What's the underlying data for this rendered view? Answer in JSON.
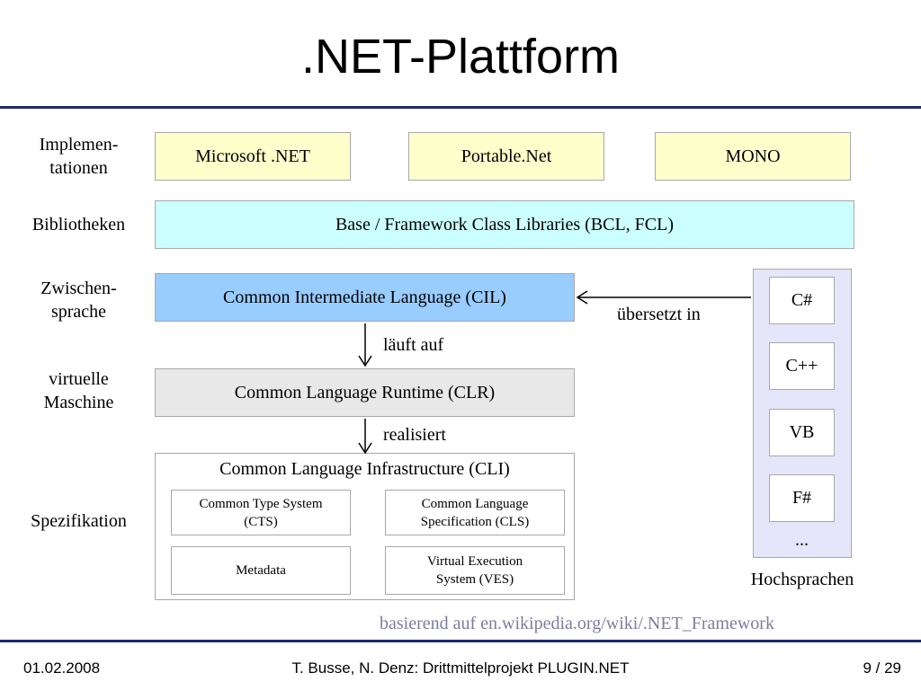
{
  "title": ".NET-Plattform",
  "rows": {
    "implementations": "Implemen-\ntationen",
    "libraries": "Bibliotheken",
    "intermediate": "Zwischen-\nsprache",
    "vm": "virtuelle\nMaschine",
    "spec": "Spezifikation"
  },
  "implementations": [
    "Microsoft .NET",
    "Portable.Net",
    "MONO"
  ],
  "libraries": "Base / Framework Class Libraries (BCL, FCL)",
  "cil": "Common Intermediate Language (CIL)",
  "clr": "Common Language Runtime (CLR)",
  "cli": {
    "title": "Common Language Infrastructure (CLI)",
    "parts": [
      "Common Type System\n(CTS)",
      "Common Language\nSpecification (CLS)",
      "Metadata",
      "Virtual Execution\nSystem (VES)"
    ]
  },
  "edges": {
    "runs_on": "läuft auf",
    "implements": "realisiert",
    "compiled_to": "übersetzt in"
  },
  "languages": {
    "items": [
      "C#",
      "C++",
      "VB",
      "F#"
    ],
    "more": "...",
    "caption": "Hochsprachen"
  },
  "credit": "basierend auf en.wikipedia.org/wiki/.NET_Framework",
  "footer": {
    "date": "01.02.2008",
    "authors": "T. Busse, N. Denz: Drittmittelprojekt PLUGIN.NET",
    "page": "9 / 29"
  }
}
